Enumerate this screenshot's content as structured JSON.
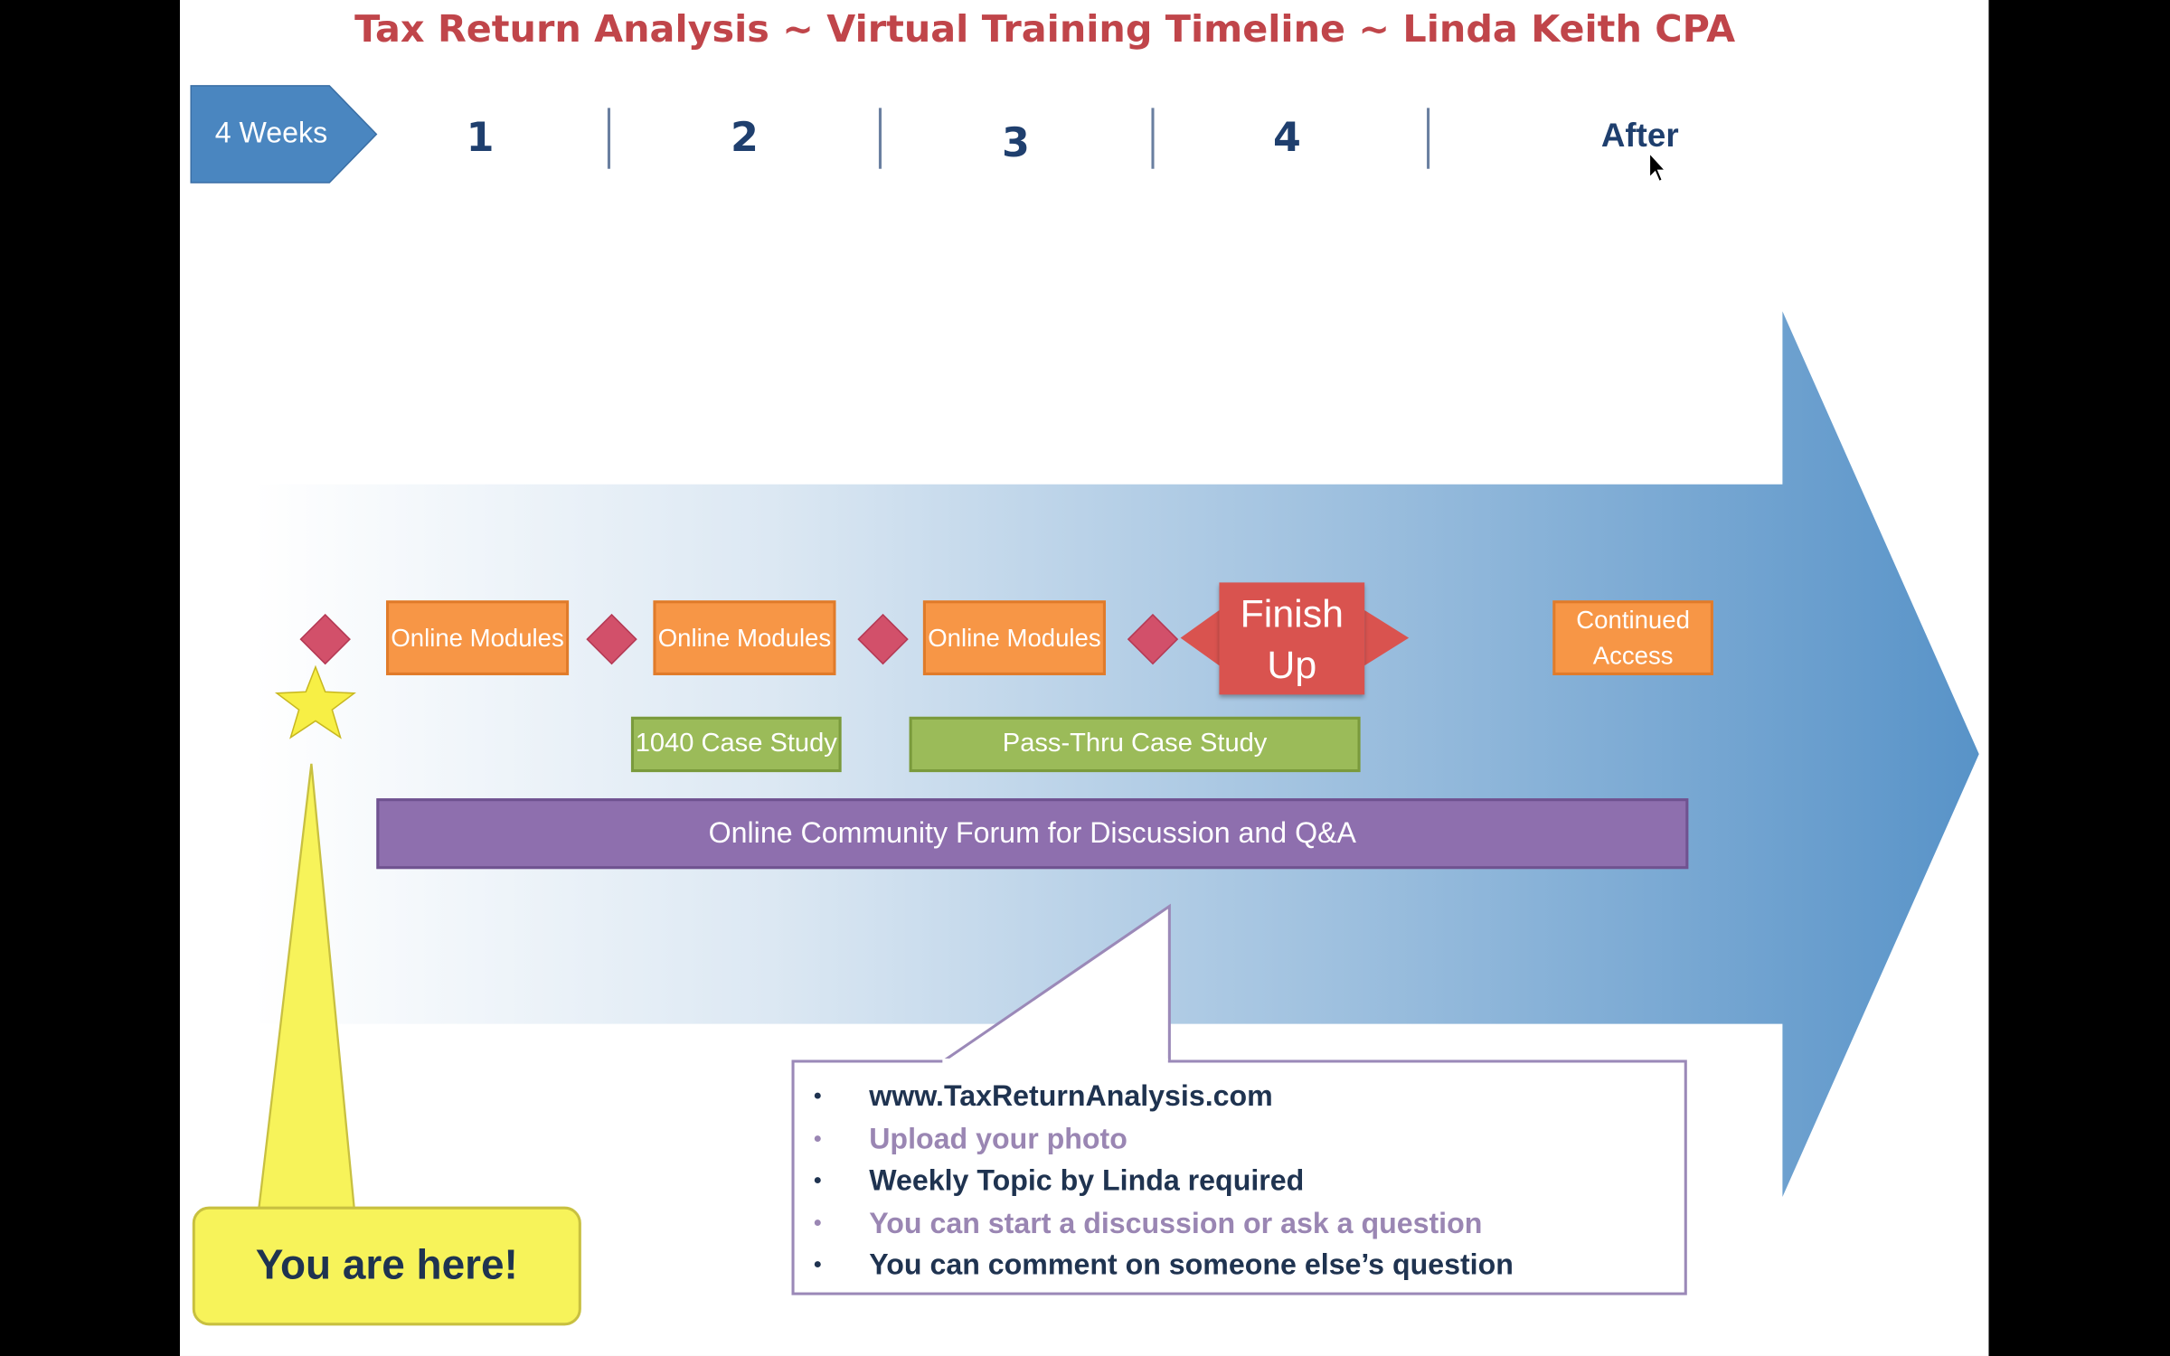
{
  "title": "Tax Return Analysis ~ Virtual Training Timeline ~ Linda Keith CPA",
  "duration_label": "4 Weeks",
  "weeks": [
    "1",
    "2",
    "3",
    "4",
    "After"
  ],
  "modules": [
    "Online Modules",
    "Online Modules",
    "Online Modules"
  ],
  "finish_up": "Finish Up",
  "continued_access": "Continued Access",
  "case_studies": [
    "1040 Case Study",
    "Pass-Thru Case Study"
  ],
  "forum": "Online Community Forum for Discussion and Q&A",
  "you_are_here": "You are here!",
  "forum_notes": [
    "www.TaxReturnAnalysis.com",
    "Upload your photo",
    "Weekly Topic by Linda required",
    "You can start a discussion or ask a question",
    "You can comment on someone else’s question"
  ],
  "colors": {
    "title": "#c0454a",
    "arrow": "#4a86c0",
    "module": "#f79646",
    "finish": "#d9534f",
    "case": "#9bbb59",
    "forum": "#8e6fae",
    "callout": "#f7f35a"
  }
}
